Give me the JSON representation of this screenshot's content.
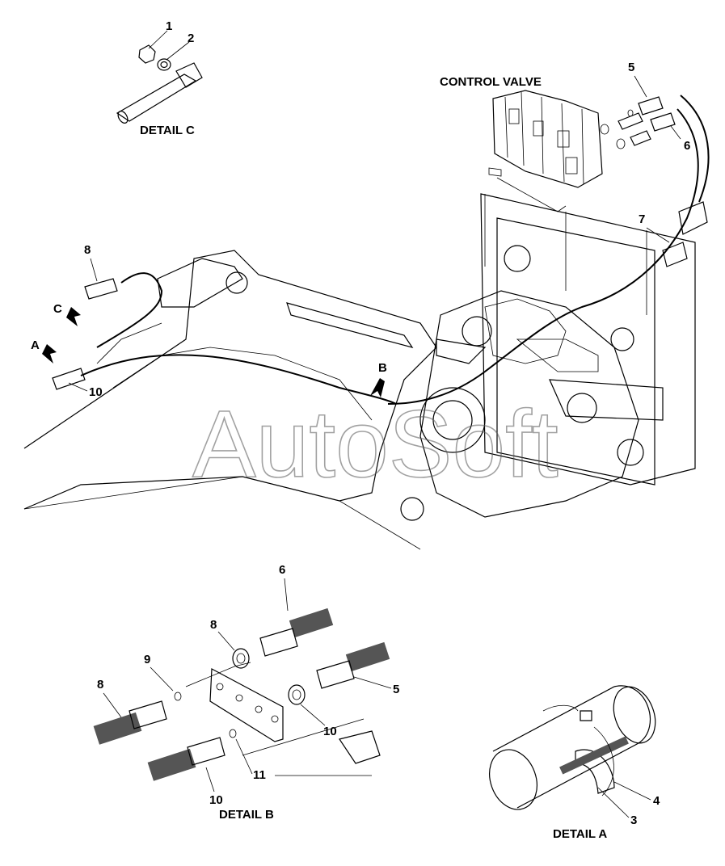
{
  "captions": {
    "detail_c": "DETAIL C",
    "detail_b": "DETAIL B",
    "detail_a": "DETAIL A",
    "control_valve": "CONTROL VALVE"
  },
  "watermark": "AutoSoft",
  "view_markers": {
    "a": "A",
    "b": "B",
    "c": "C"
  },
  "callouts": {
    "c1": "1",
    "c2": "2",
    "main5": "5",
    "main6": "6",
    "main7": "7",
    "main8": "8",
    "main10": "10",
    "b6": "6",
    "b8top": "8",
    "b9": "9",
    "b8": "8",
    "b5": "5",
    "b10r": "10",
    "b11": "11",
    "b10": "10",
    "a4": "4",
    "a3": "3"
  }
}
